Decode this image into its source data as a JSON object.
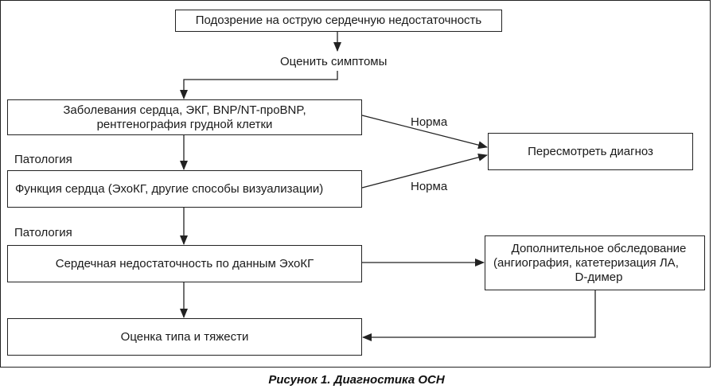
{
  "diagram": {
    "nodes": {
      "suspicion": "Подозрение на острую сердечную недостаточность",
      "tests_line1": "Заболевания сердца, ЭКГ, BNP/NT-проBNP,",
      "tests_line2": "рентгенография грудной клетки",
      "cardiac_function": "Функция сердца (ЭхоКГ, другие способы визуализации)",
      "hf_by_echo": "Сердечная недостаточность по данным ЭхоКГ",
      "assessment": "Оценка типа и тяжести",
      "review": "Пересмотреть диагноз",
      "extra_line1": "Дополнительное обследование",
      "extra_line2": "(ангиография, катетеризация ЛА,",
      "extra_line3": "D-димер"
    },
    "labels": {
      "evaluate_symptoms": "Оценить симптомы",
      "pathology_1": "Патология",
      "pathology_2": "Патология",
      "norm_1": "Норма",
      "norm_2": "Норма"
    },
    "caption": "Рисунок 1. Диагностика ОСН"
  }
}
